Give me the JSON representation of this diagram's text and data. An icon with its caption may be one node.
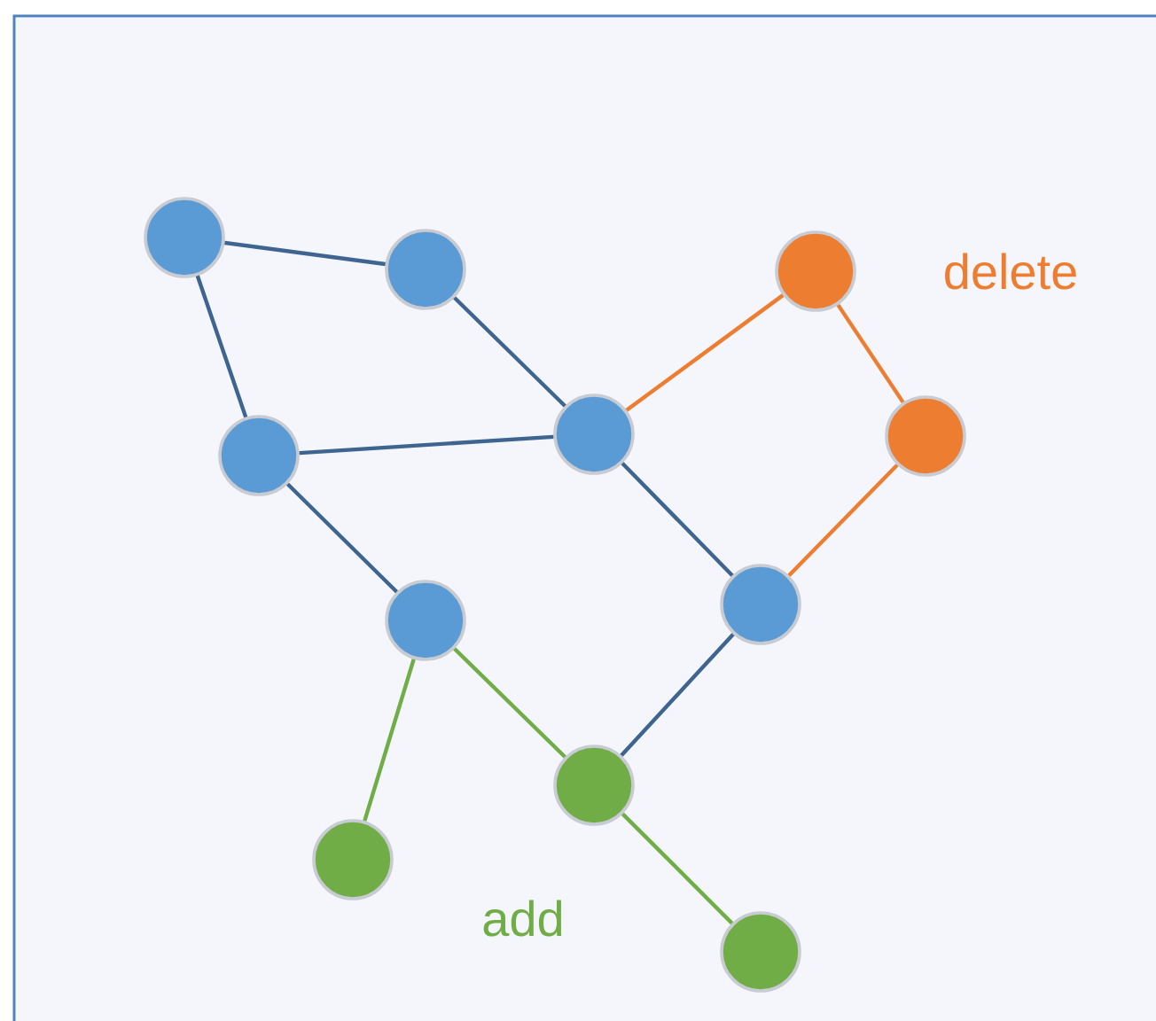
{
  "diagram": {
    "nodes": [
      {
        "text": [],
        "shape": "circle"
      },
      {
        "text": [],
        "shape": "circle"
      },
      {
        "text": [],
        "shape": "circle"
      },
      {
        "text": [],
        "shape": "circle"
      },
      {
        "text": [],
        "shape": "circle"
      },
      {
        "text": [],
        "shape": "circle"
      },
      {
        "text": [],
        "shape": "circle"
      },
      {
        "text": [],
        "shape": "circle"
      },
      {
        "text": [],
        "shape": "circle"
      },
      {
        "text": [],
        "shape": "circle"
      },
      {
        "text": [],
        "shape": "circle"
      }
    ],
    "edges": [
      {
        "from": 0,
        "to": 1,
        "arrow": "none"
      },
      {
        "from": 0,
        "to": 2,
        "arrow": "none"
      },
      {
        "from": 1,
        "to": 3,
        "arrow": "none"
      },
      {
        "from": 2,
        "to": 3,
        "arrow": "none"
      },
      {
        "from": 2,
        "to": 6,
        "arrow": "none"
      },
      {
        "from": 3,
        "to": 7,
        "arrow": "none"
      },
      {
        "from": 7,
        "to": 8,
        "arrow": "none"
      },
      {
        "from": 3,
        "to": 4,
        "arrow": "none",
        "color": "#ed7d31"
      },
      {
        "from": 4,
        "to": 5,
        "arrow": "none",
        "color": "#ed7d31"
      },
      {
        "from": 5,
        "to": 7,
        "arrow": "none",
        "color": "#ed7d31"
      },
      {
        "from": 6,
        "to": 9,
        "arrow": "none",
        "color": "#70ad47"
      },
      {
        "from": 6,
        "to": 8,
        "arrow": "none",
        "color": "#70ad47"
      },
      {
        "from": 8,
        "to": 10,
        "arrow": "none",
        "color": "#70ad47"
      }
    ],
    "labels": [
      "delete",
      "add"
    ]
  }
}
